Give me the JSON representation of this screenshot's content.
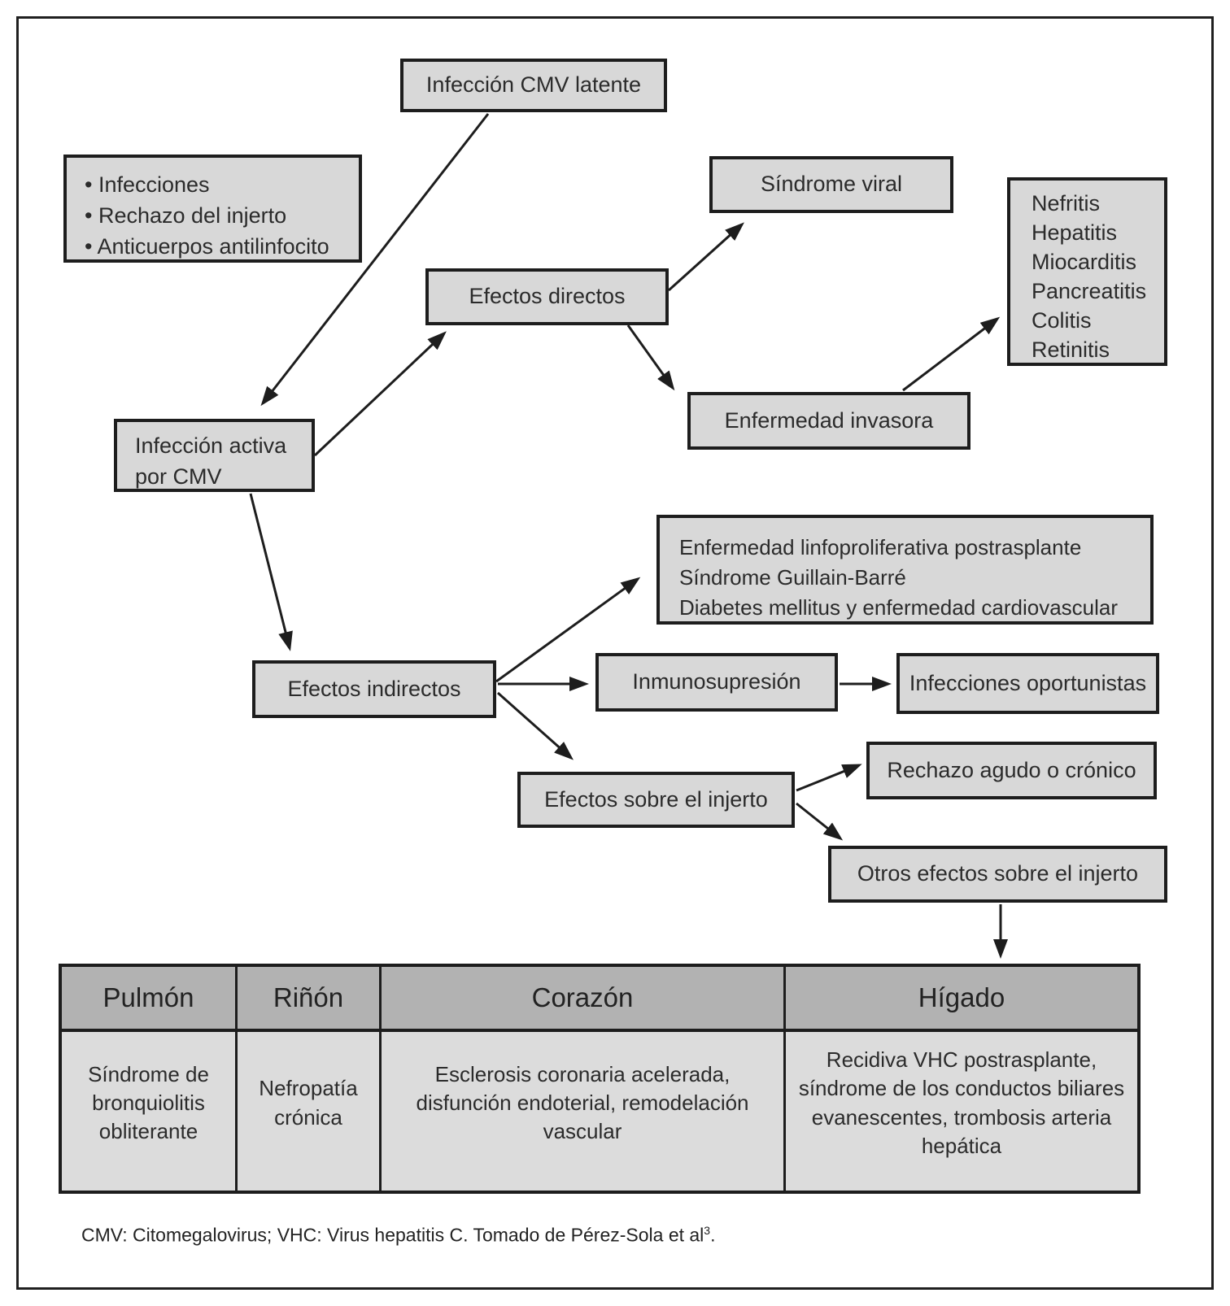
{
  "colors": {
    "box_fill": "#d8d8d8",
    "box_border": "#1d1d1d",
    "header_fill": "#b2b2b2",
    "cell_fill": "#dcdcdc",
    "line": "#1d1d1d",
    "background": "#ffffff"
  },
  "nodes": {
    "cmv_latente": {
      "label": "Infección CMV latente"
    },
    "triggers": {
      "items": [
        "Infecciones",
        "Rechazo del injerto",
        "Anticuerpos antilinfocito"
      ]
    },
    "sindrome_viral": {
      "label": "Síndrome viral"
    },
    "organ_list": {
      "items": [
        "Nefritis",
        "Hepatitis",
        "Miocarditis",
        "Pancreatitis",
        "Colitis",
        "Retinitis"
      ]
    },
    "efectos_directos": {
      "label": "Efectos directos"
    },
    "enfermedad_invasora": {
      "label": "Enfermedad invasora"
    },
    "infeccion_activa": {
      "lines": [
        "Infección activa",
        "por CMV"
      ]
    },
    "indirect_outcomes": {
      "items": [
        "Enfermedad linfoproliferativa postrasplante",
        "Síndrome Guillain-Barré",
        "Diabetes mellitus y enfermedad cardiovascular"
      ]
    },
    "efectos_indirectos": {
      "label": "Efectos indirectos"
    },
    "inmunosupresion": {
      "label": "Inmunosupresión"
    },
    "infecciones_oportunistas": {
      "label": "Infecciones oportunistas"
    },
    "efectos_injerto": {
      "label": "Efectos sobre el injerto"
    },
    "rechazo_agudo": {
      "label": "Rechazo agudo o crónico"
    },
    "otros_efectos": {
      "label": "Otros efectos sobre el injerto"
    }
  },
  "table": {
    "headers": [
      "Pulmón",
      "Riñón",
      "Corazón",
      "Hígado"
    ],
    "cells": [
      "Síndrome de bronquiolitis obliterante",
      "Nefropatía crónica",
      "Esclerosis coronaria acelerada, disfunción endoterial, remodelación vascular",
      "Recidiva VHC postrasplante, síndrome de los conductos biliares evanescentes, trombosis arteria hepática"
    ]
  },
  "footnote": {
    "text": "CMV: Citomegalovirus; VHC: Virus hepatitis C. Tomado de Pérez-Sola et al",
    "superscript": "3",
    "suffix": "."
  }
}
